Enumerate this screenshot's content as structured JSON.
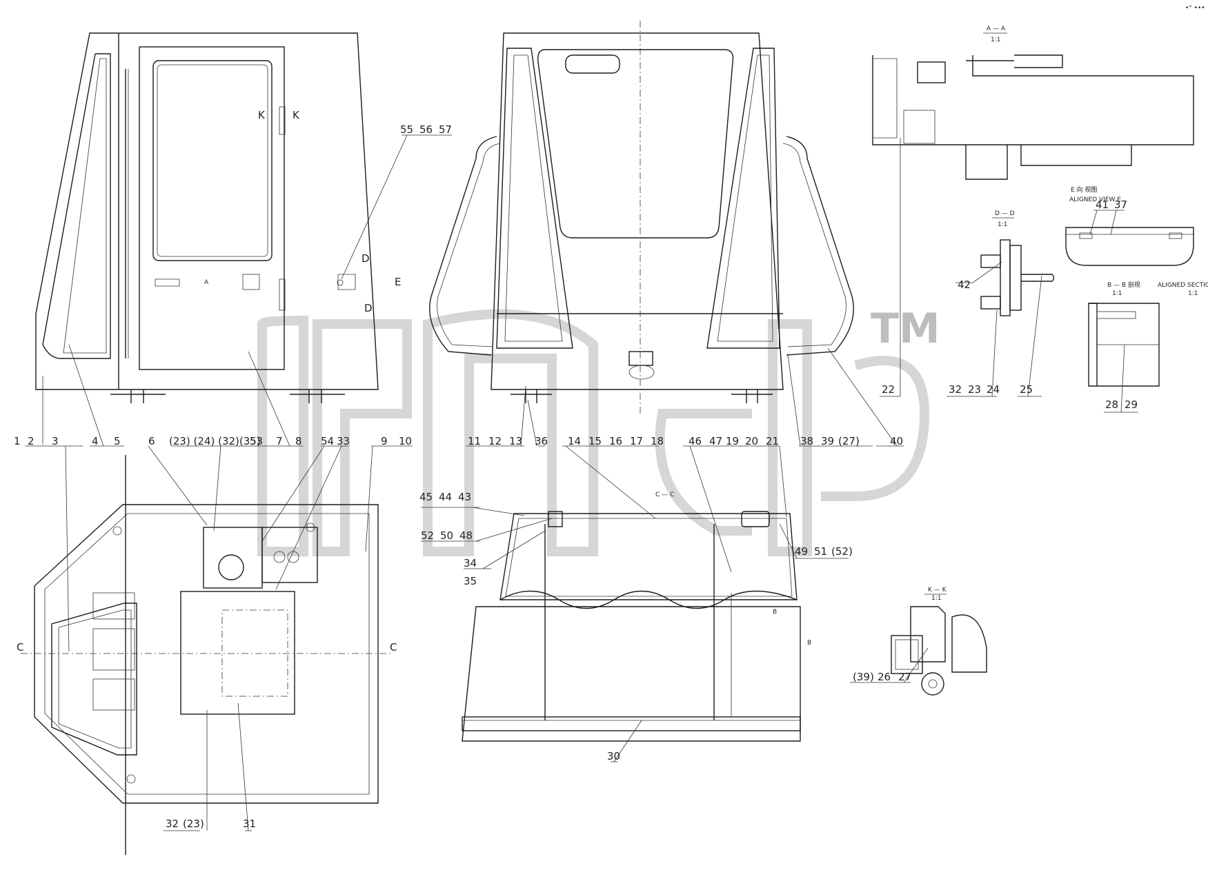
{
  "labels": {
    "l_1": "1",
    "l_2": "2",
    "l_3": "3",
    "l_4": "4",
    "l_5": "5",
    "l_6": "6",
    "l_group_a": "(23) (24) (32)(35)",
    "l_53": "53",
    "l_7": "7",
    "l_8": "8",
    "l_54": "54",
    "l_33": "33",
    "l_9": "9",
    "l_10": "10",
    "l_11": "11",
    "l_12": "12",
    "l_13": "13",
    "l_36": "36",
    "l_14": "14",
    "l_15": "15",
    "l_16": "16",
    "l_17": "17",
    "l_18": "18",
    "l_46": "46",
    "l_47": "47",
    "l_19": "19",
    "l_20": "20",
    "l_21": "21",
    "l_38": "38",
    "l_39b": "39",
    "l_27b": "(27)",
    "l_40": "40",
    "l_22": "22",
    "l_32b": "32",
    "l_23b": "23",
    "l_24b": "24",
    "l_25": "25",
    "l_28": "28",
    "l_29": "29",
    "l_41": "41",
    "l_37": "37",
    "l_42": "42",
    "l_45": "45",
    "l_44": "44",
    "l_43": "43",
    "l_52": "52",
    "l_50": "50",
    "l_48": "48",
    "l_34": "34",
    "l_35": "35",
    "l_49": "49",
    "l_51": "51",
    "l_52b": "(52)",
    "l_30": "30",
    "l_32c": "32",
    "l_23c": "(23)",
    "l_31": "31",
    "l_39c": "(39)",
    "l_26": "26",
    "l_27c": "27",
    "l_55": "55",
    "l_56": "56",
    "l_57": "57"
  },
  "views": {
    "aa_title": "A — A",
    "aa_scale": "1:1",
    "dd_title": "D — D",
    "dd_scale": "1:1",
    "e_title": "E 向 视图",
    "e_sub": "ALIGNED VIEW E",
    "bb_title": "B — B 剖视",
    "bb_sub": "ALIGNED SECTION B-B",
    "bb_scale1": "1:1",
    "bb_scale2": "1:1",
    "kk_title": "K — K",
    "kk_scale": "1:1",
    "cc_title": "C — C"
  },
  "markers": {
    "k_left": "K",
    "k_right": "K",
    "d_top": "D",
    "d_bottom": "D",
    "e": "E",
    "c_left": "C",
    "c_right": "C",
    "b_1": "B",
    "b_2": "B",
    "a": "A"
  },
  "watermark": {
    "text": "TM"
  },
  "corner_mark": "•° •••"
}
